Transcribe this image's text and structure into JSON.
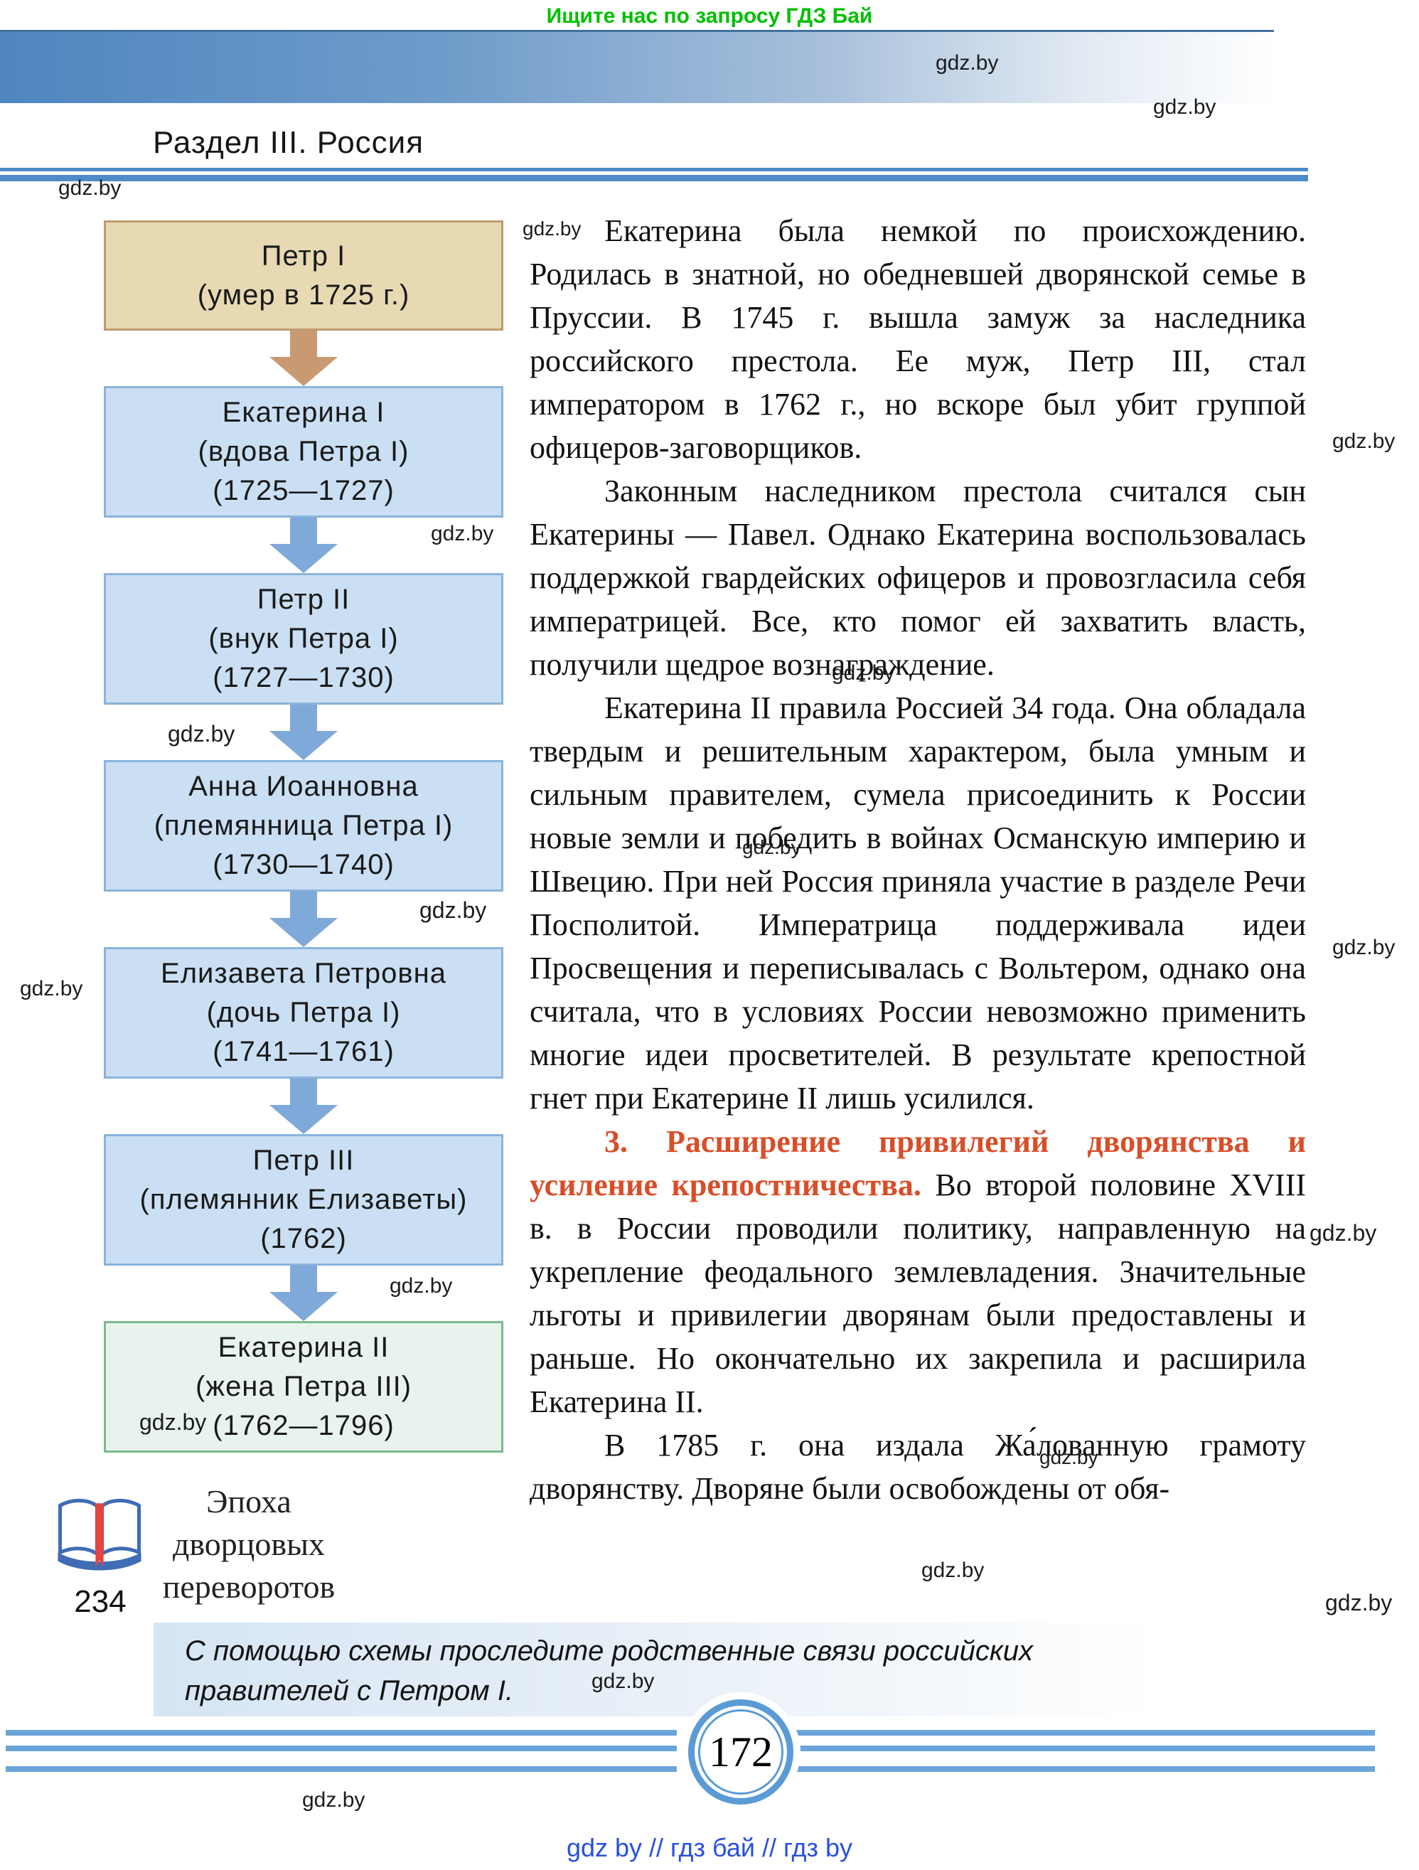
{
  "watermark": {
    "label": "gdz.by"
  },
  "header": {
    "promo": "Ищите нас по запросу ГДЗ Бай",
    "section": "Раздел III. Россия"
  },
  "diagram": {
    "boxes": [
      {
        "lines": [
          "Петр I",
          "(умер в 1725 г.)"
        ]
      },
      {
        "lines": [
          "Екатерина I",
          "(вдова Петра I)",
          "(1725—1727)"
        ]
      },
      {
        "lines": [
          "Петр II",
          "(внук Петра I)",
          "(1727—1730)"
        ]
      },
      {
        "lines": [
          "Анна Иоанновна",
          "(племянница Петра I)",
          "(1730—1740)"
        ]
      },
      {
        "lines": [
          "Елизавета Петровна",
          "(дочь Петра I)",
          "(1741—1761)"
        ]
      },
      {
        "lines": [
          "Петр III",
          "(племянник Елизаветы)",
          "(1762)"
        ]
      },
      {
        "lines": [
          "Екатерина II",
          "(жена Петра III)",
          "(1762—1796)"
        ]
      }
    ],
    "caption_line1": "Эпоха дворцовых",
    "caption_line2": "переворотов",
    "side_page_ref": "234"
  },
  "article": {
    "p1": "Екатерина была немкой по происхождению. Родилась в знатной, но обедневшей дворянской семье в Пруссии. В 1745 г. вышла замуж за наследника российского престола. Ее муж, Петр III, стал императором в 1762 г., но вскоре был убит группой офицеров-заговорщиков.",
    "p2": "Законным наследником престола считался сын Екатерины — Павел. Однако Екатерина воспользовалась поддержкой гвардейских офицеров и провозгласила себя императрицей. Все, кто помог ей захватить власть, получили щедрое вознаграждение.",
    "p3": "Екатерина II правила Россией 34 года. Она обладала твердым и решительным характером, была умным и сильным правителем, сумела присоединить к России новые земли и победить в войнах Османскую империю и Швецию. При ней Россия приняла участие в разделе Речи Посполитой. Императрица поддерживала идеи Просвещения и переписывалась с Вольтером, однако она считала, что в условиях России невозможно применить многие идеи просветителей. В результате крепостной гнет при Екатерине II лишь усилился.",
    "p4_heading": "3. Расширение привилегий дворянства и усиление крепостничества.",
    "p4_rest": "Во второй половине XVIII в. в России проводили политику, направленную на укрепление феодального землевладения. Значительные льготы и привилегии дворянам были предоставлены и раньше. Но окончательно их закрепила и расширила Екатерина II.",
    "p5": "В 1785 г. она издала Жа́лованную грамоту дворянству. Дворяне были освобождены от обя-"
  },
  "task": {
    "text": "С помощью схемы проследите родственные связи российских правителей с Петром I."
  },
  "footer": {
    "page_number": "172",
    "links": "gdz by  //  гдз бай  //  гдз by"
  },
  "colors": {
    "accent_blue": "#5b9bd5",
    "box_tan_bg": "#e7dab3",
    "box_tan_border": "#c09a6e",
    "box_blue_bg": "#cadff3",
    "box_blue_border": "#8ab4dc",
    "box_green_bg": "#e9f3ee",
    "box_green_border": "#79ba8c",
    "arrow_tan": "#c99a71",
    "arrow_blue": "#7fa9d9",
    "heading_red": "#d84e28",
    "promo_green": "#00bf00",
    "footer_link_blue": "#2950dd"
  }
}
